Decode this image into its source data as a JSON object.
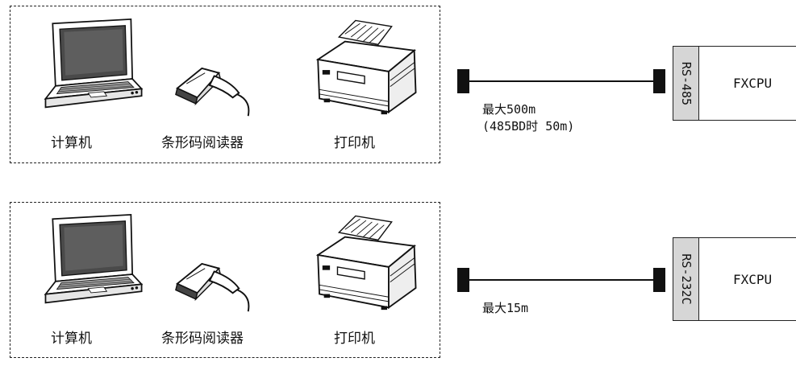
{
  "configurations": [
    {
      "devices": [
        {
          "label": "计算机",
          "icon": "laptop-icon"
        },
        {
          "label": "条形码阅读器",
          "icon": "barcode-reader-icon"
        },
        {
          "label": "打印机",
          "icon": "printer-icon"
        }
      ],
      "distance_line1": "最大500m",
      "distance_line2": "(485BD时 50m)",
      "port_label": "RS-485",
      "cpu_label": "FXCPU"
    },
    {
      "devices": [
        {
          "label": "计算机",
          "icon": "laptop-icon"
        },
        {
          "label": "条形码阅读器",
          "icon": "barcode-reader-icon"
        },
        {
          "label": "打印机",
          "icon": "printer-icon"
        }
      ],
      "distance_line1": "最大15m",
      "port_label": "RS-232C",
      "cpu_label": "FXCPU"
    }
  ]
}
